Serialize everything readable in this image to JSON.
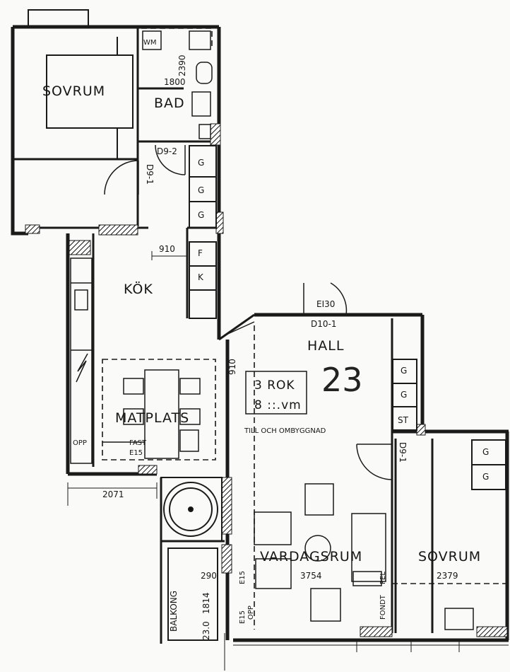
{
  "rooms": {
    "sovrum1": "SOVRUM",
    "bad": "BAD",
    "kok": "KÖK",
    "matplats": "MATPLATS",
    "hall": "HALL",
    "vardagsrum": "VARDAGSRUM",
    "sovrum2": "SOVRUM",
    "balkong": "BALKONG"
  },
  "apartment": {
    "number": "23",
    "type": "3 ROK",
    "area": "8 ::.vm",
    "note": "TILL OCH OMBYGGNAD"
  },
  "doors": {
    "d9_2": "D9-2",
    "d9_1": "D9-1",
    "d10_1": "D10-1",
    "ei30": "EI30",
    "d9_1b": "D9-1"
  },
  "dimensions": {
    "d2390": "2390",
    "d1800": "1800",
    "d910a": "910",
    "d910b": "910",
    "d2071": "2071",
    "d3754": "3754",
    "d2379": "2379",
    "d290": "290",
    "d1814": "1814",
    "d230": "23.0"
  },
  "storage": {
    "g1": "G",
    "g2": "G",
    "g3": "G",
    "f": "F",
    "k": "K",
    "g4": "G",
    "g5": "G",
    "st": "ST",
    "g6": "G",
    "g7": "G"
  },
  "annotations": {
    "opp1": "OPP",
    "fast": "FAST",
    "e15a": "E15",
    "e15b": "E15",
    "e15c": "E15",
    "opp2": "OPP",
    "fondt": "FONDT",
    "pel": "PEL",
    "wm": "WM"
  }
}
